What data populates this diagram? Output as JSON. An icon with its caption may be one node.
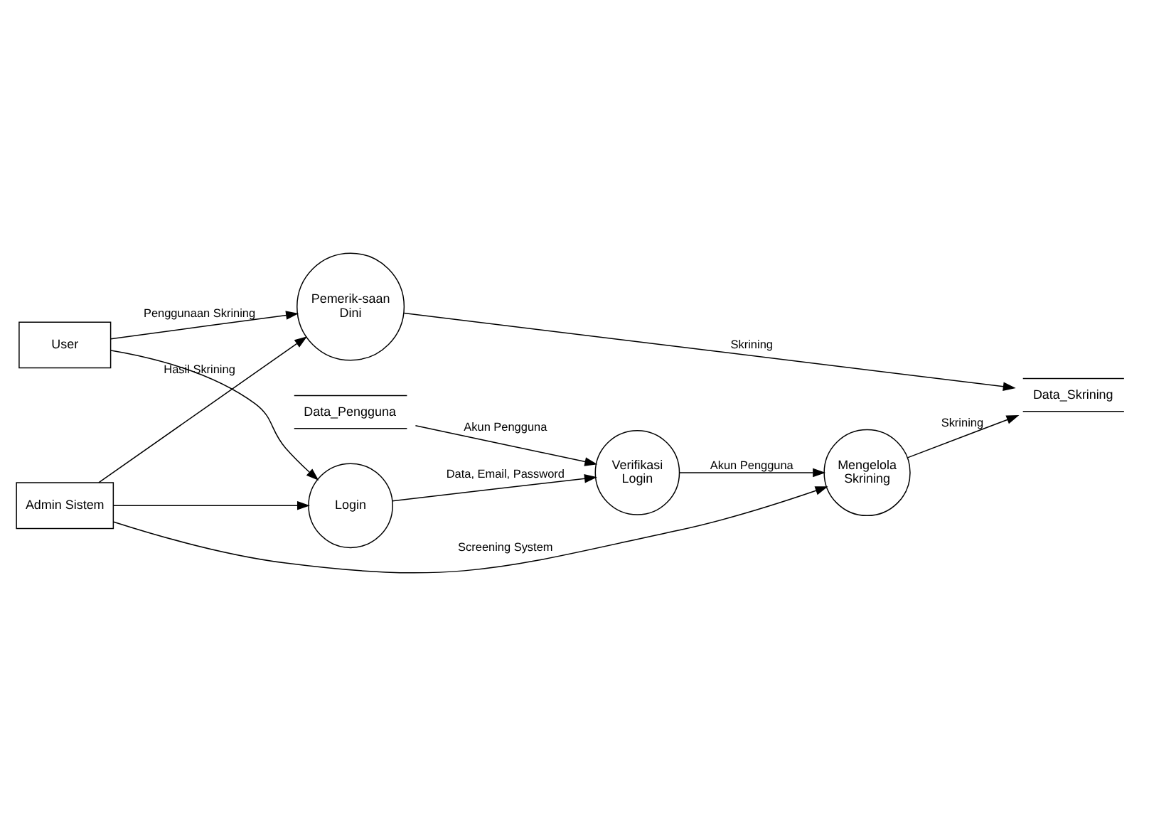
{
  "diagram": {
    "nodes": [
      {
        "text": [
          "Admin Sistem"
        ]
      },
      {
        "text": [
          "Mengelola Skrining"
        ]
      },
      {
        "text": [
          "Data_Skrining"
        ]
      },
      {
        "text": [
          "Login"
        ]
      },
      {
        "text": [
          "Verifikasi Login"
        ]
      },
      {
        "text": [
          "User"
        ]
      },
      {
        "text": [
          "Data_Pengguna"
        ]
      },
      {
        "text": [
          "Pemerik-saan Dini"
        ]
      }
    ],
    "edges": [
      {
        "from": 0,
        "to": 1,
        "arrow": "to",
        "label": "Screening System"
      },
      {
        "from": 1,
        "to": 2,
        "arrow": "to",
        "label": "Skrining"
      },
      {
        "from": 0,
        "to": 3,
        "arrow": "to"
      },
      {
        "from": 5,
        "to": 3,
        "arrow": "to"
      },
      {
        "from": 3,
        "to": 4,
        "arrow": "to",
        "label": "Data, Email, Password"
      },
      {
        "from": 4,
        "to": 1,
        "arrow": "to",
        "label": "Akun Pengguna"
      },
      {
        "from": 6,
        "to": 4,
        "arrow": "to",
        "label": "Akun Pengguna"
      },
      {
        "from": 5,
        "to": 7,
        "arrow": "to",
        "label": "Penggunaan Skrining"
      },
      {
        "from": 0,
        "to": 7,
        "arrow": "to",
        "label": "Hasil Skrining"
      },
      {
        "from": 7,
        "to": 2,
        "arrow": "to",
        "label": "Skrining"
      }
    ]
  }
}
